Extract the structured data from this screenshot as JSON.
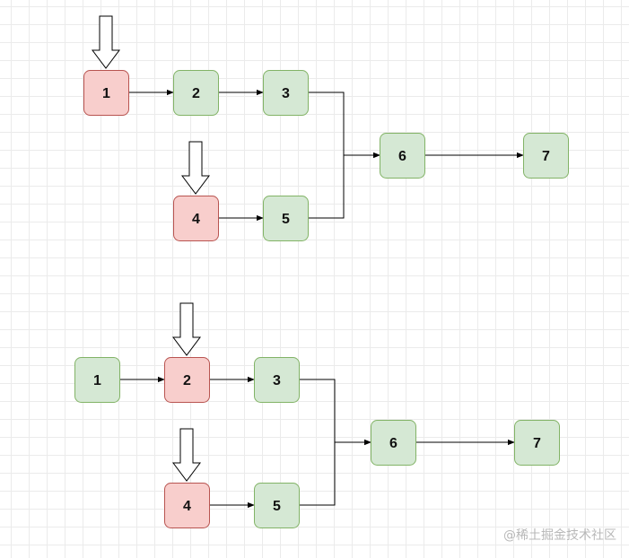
{
  "colors": {
    "pointer_fill": "#f8cecc",
    "pointer_stroke": "#b85450",
    "normal_fill": "#d5e8d4",
    "normal_stroke": "#82b366",
    "edge": "#000000"
  },
  "diagrams": [
    {
      "nodes": [
        {
          "id": "1",
          "label": "1",
          "state": "pointer"
        },
        {
          "id": "2",
          "label": "2",
          "state": "normal"
        },
        {
          "id": "3",
          "label": "3",
          "state": "normal"
        },
        {
          "id": "4",
          "label": "4",
          "state": "pointer"
        },
        {
          "id": "5",
          "label": "5",
          "state": "normal"
        },
        {
          "id": "6",
          "label": "6",
          "state": "normal"
        },
        {
          "id": "7",
          "label": "7",
          "state": "normal"
        }
      ],
      "edges": [
        [
          "1",
          "2"
        ],
        [
          "2",
          "3"
        ],
        [
          "3",
          "6"
        ],
        [
          "4",
          "5"
        ],
        [
          "5",
          "6"
        ],
        [
          "6",
          "7"
        ]
      ],
      "pointers": [
        "1",
        "4"
      ]
    },
    {
      "nodes": [
        {
          "id": "1",
          "label": "1",
          "state": "normal"
        },
        {
          "id": "2",
          "label": "2",
          "state": "pointer"
        },
        {
          "id": "3",
          "label": "3",
          "state": "normal"
        },
        {
          "id": "4",
          "label": "4",
          "state": "pointer"
        },
        {
          "id": "5",
          "label": "5",
          "state": "normal"
        },
        {
          "id": "6",
          "label": "6",
          "state": "normal"
        },
        {
          "id": "7",
          "label": "7",
          "state": "normal"
        }
      ],
      "edges": [
        [
          "1",
          "2"
        ],
        [
          "2",
          "3"
        ],
        [
          "3",
          "6"
        ],
        [
          "4",
          "5"
        ],
        [
          "5",
          "6"
        ],
        [
          "6",
          "7"
        ]
      ],
      "pointers": [
        "2",
        "4"
      ]
    }
  ],
  "watermark": "@稀土掘金技术社区"
}
